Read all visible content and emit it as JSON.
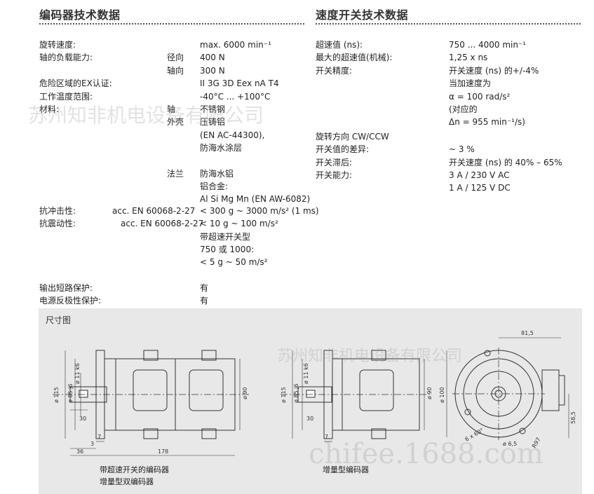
{
  "encoder": {
    "title": "编码器技术数据",
    "rows": [
      {
        "label": "旋转速度:",
        "sub": "",
        "value": "max. 6000 min⁻¹"
      },
      {
        "label": "轴的负载能力:",
        "sub": "径向",
        "value": "400 N"
      },
      {
        "label": "",
        "sub": "轴向",
        "value": "300 N"
      },
      {
        "label": "危险区域的EX认证:",
        "sub": "",
        "value": "II 3G 3D Eex nA T4"
      },
      {
        "label": "工作温度范围:",
        "sub": "",
        "value": "-40°C ... +100°C"
      },
      {
        "label": "材料:",
        "sub": "轴",
        "value": "不锈钢"
      },
      {
        "label": "",
        "sub": "外壳",
        "value": "压铸铝"
      },
      {
        "label": "",
        "sub": "",
        "value": "(EN AC-44300),"
      },
      {
        "label": "",
        "sub": "",
        "value": "防海水涂层"
      },
      {
        "label": "",
        "sub": "法兰",
        "value": "防海水铝"
      },
      {
        "label": "",
        "sub": "",
        "value": "铝合金:"
      },
      {
        "label": "",
        "sub": "",
        "value": "Al Si Mg Mn (EN AW-6082)"
      },
      {
        "label": "抗冲击性:",
        "sub": "acc. EN 60068-2-27",
        "value": "< 300 g ~ 3000 m/s² (1 ms)"
      },
      {
        "label": "抗震动性:",
        "sub": "acc. EN 60068-2-27",
        "value": "< 10 g ~ 100 m/s²"
      },
      {
        "label": "",
        "sub": "",
        "value": "带超速开关型"
      },
      {
        "label": "",
        "sub": "",
        "value": "750 或 1000:"
      },
      {
        "label": "",
        "sub": "",
        "value": "< 5 g ~ 50 m/s²"
      },
      {
        "label": "输出短路保护:",
        "sub": "",
        "value": "有"
      },
      {
        "label": "电源反极性保护:",
        "sub": "",
        "value": "有"
      }
    ]
  },
  "speed_switch": {
    "title": "速度开关技术数据",
    "rows": [
      {
        "label": "超速值 (ns):",
        "value": "750 ... 4000 min⁻¹"
      },
      {
        "label": "最大的超速值(机械):",
        "value": "1,25 x ns"
      },
      {
        "label": "开关精度:",
        "value": "开关速度 (ns) 的+/-4%"
      },
      {
        "label": "",
        "value": "当加速度为"
      },
      {
        "label": "",
        "value": "α = 100 rad/s²"
      },
      {
        "label": "",
        "value": "(对应的"
      },
      {
        "label": "",
        "value": "Δn = 955 min⁻¹/s)"
      },
      {
        "label": "旋转方向 CW/CCW",
        "value": ""
      },
      {
        "label": "开关值的差异:",
        "value": "~ 3 %"
      },
      {
        "label": "开关滞后:",
        "value": "开关速度 (ns) 的 40% – 65%"
      },
      {
        "label": "开关能力:",
        "value": "3 A / 230 V AC"
      },
      {
        "label": "",
        "value": "1 A / 125 V DC"
      }
    ]
  },
  "dimension": {
    "title": "尺寸图",
    "caption_left_1": "带超速开关的编码器",
    "caption_left_2": "增量型双编码器",
    "caption_mid": "增量型编码器",
    "labels": {
      "d115": "ø 115",
      "d85": "ø 85 j6",
      "d11": "ø 11 k6",
      "d90": "ø 90",
      "l30": "30",
      "l3": "3",
      "l7": "7",
      "l36": "36",
      "l178": "178",
      "d100": "ø 100",
      "w815": "81,5",
      "h585": "58,5",
      "d65": "ø 6,5",
      "r97": "R97",
      "x6": "6 x 60°"
    }
  },
  "watermarks": {
    "company": "苏州知非机电设备有限公司",
    "site": "chifee.1688.com"
  }
}
